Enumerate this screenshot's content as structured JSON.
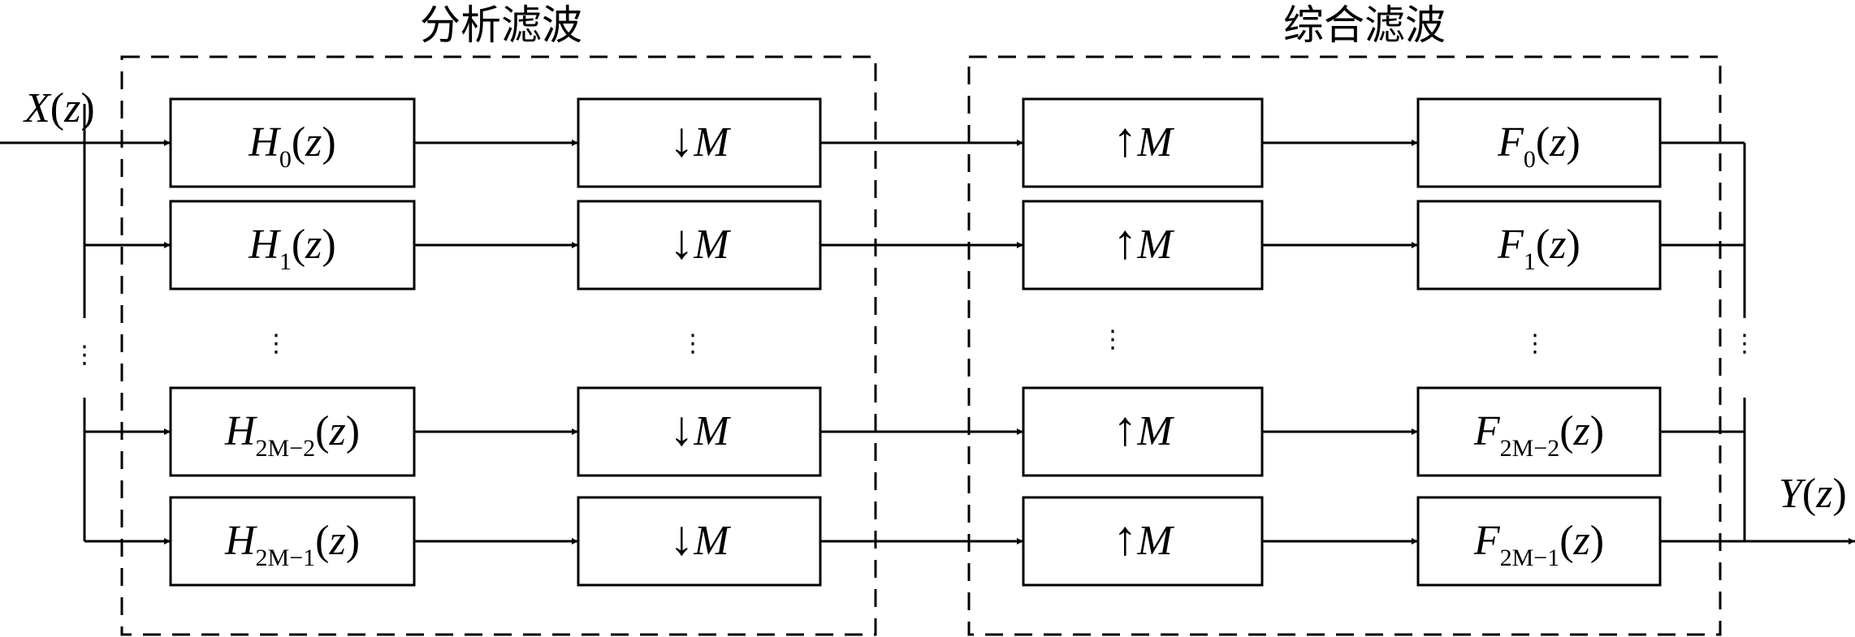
{
  "diagram": {
    "analysis_title": "分析滤波",
    "synthesis_title": "综合滤波",
    "input_label": {
      "var": "X",
      "arg": "z"
    },
    "output_label": {
      "var": "Y",
      "arg": "z"
    },
    "ellipsis": "⋮",
    "analysis_filters": [
      {
        "base": "H",
        "sub": "0",
        "arg": "z"
      },
      {
        "base": "H",
        "sub": "1",
        "arg": "z"
      },
      {
        "base": "H",
        "sub": "2M−2",
        "arg": "z"
      },
      {
        "base": "H",
        "sub": "2M−1",
        "arg": "z"
      }
    ],
    "downsamplers": [
      {
        "arrow": "↓",
        "factor": "M"
      },
      {
        "arrow": "↓",
        "factor": "M"
      },
      {
        "arrow": "↓",
        "factor": "M"
      },
      {
        "arrow": "↓",
        "factor": "M"
      }
    ],
    "upsamplers": [
      {
        "arrow": "↑",
        "factor": "M"
      },
      {
        "arrow": "↑",
        "factor": "M"
      },
      {
        "arrow": "↑",
        "factor": "M"
      },
      {
        "arrow": "↑",
        "factor": "M"
      }
    ],
    "synthesis_filters": [
      {
        "base": "F",
        "sub": "0",
        "arg": "z"
      },
      {
        "base": "F",
        "sub": "1",
        "arg": "z"
      },
      {
        "base": "F",
        "sub": "2M−2",
        "arg": "z"
      },
      {
        "base": "F",
        "sub": "2M−1",
        "arg": "z"
      }
    ]
  }
}
